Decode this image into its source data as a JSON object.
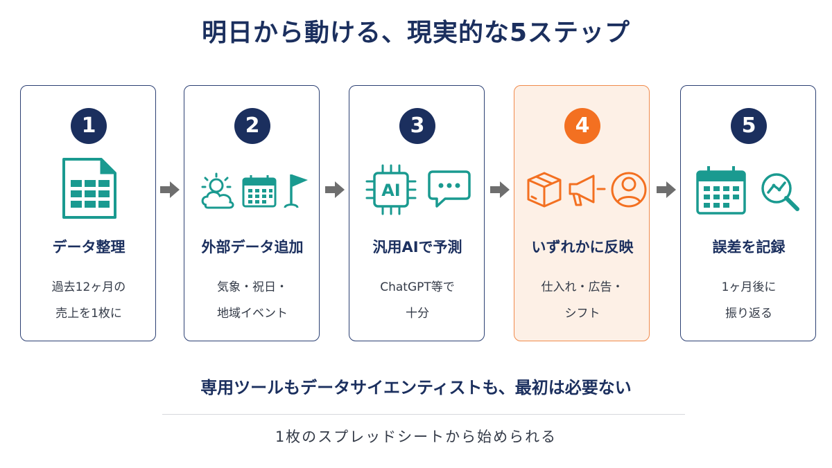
{
  "title": "明日から動ける、現実的な5ステップ",
  "steps": [
    {
      "number": "1",
      "title": "データ整理",
      "desc": [
        "過去12ヶ月の",
        "売上を1枚に"
      ],
      "icons": [
        "spreadsheet-icon"
      ]
    },
    {
      "number": "2",
      "title": "外部データ追加",
      "desc": [
        "気象・祝日・",
        "地域イベント"
      ],
      "icons": [
        "weather-icon",
        "calendar-icon",
        "flag-icon"
      ]
    },
    {
      "number": "3",
      "title": "汎用AIで予測",
      "desc": [
        "ChatGPT等で",
        "十分"
      ],
      "icons": [
        "ai-chip-icon",
        "chat-bubble-icon"
      ],
      "ai_label": "AI"
    },
    {
      "number": "4",
      "title": "いずれかに反映",
      "desc": [
        "仕入れ・広告・",
        "シフト"
      ],
      "icons": [
        "box-icon",
        "megaphone-icon",
        "person-icon"
      ]
    },
    {
      "number": "5",
      "title": "誤差を記録",
      "desc": [
        "1ヶ月後に",
        "振り返る"
      ],
      "icons": [
        "calendar-icon",
        "magnifier-chart-icon"
      ]
    }
  ],
  "footer": {
    "main": "専用ツールもデータサイエンティストも、最初は必要ない",
    "sub": "1枚のスプレッドシートから始められる"
  },
  "colors": {
    "navy": "#1b2f5e",
    "teal": "#1a9a90",
    "orange": "#f37021",
    "accent_bg": "#fdf0e6",
    "arrow": "#6e6e6e"
  }
}
